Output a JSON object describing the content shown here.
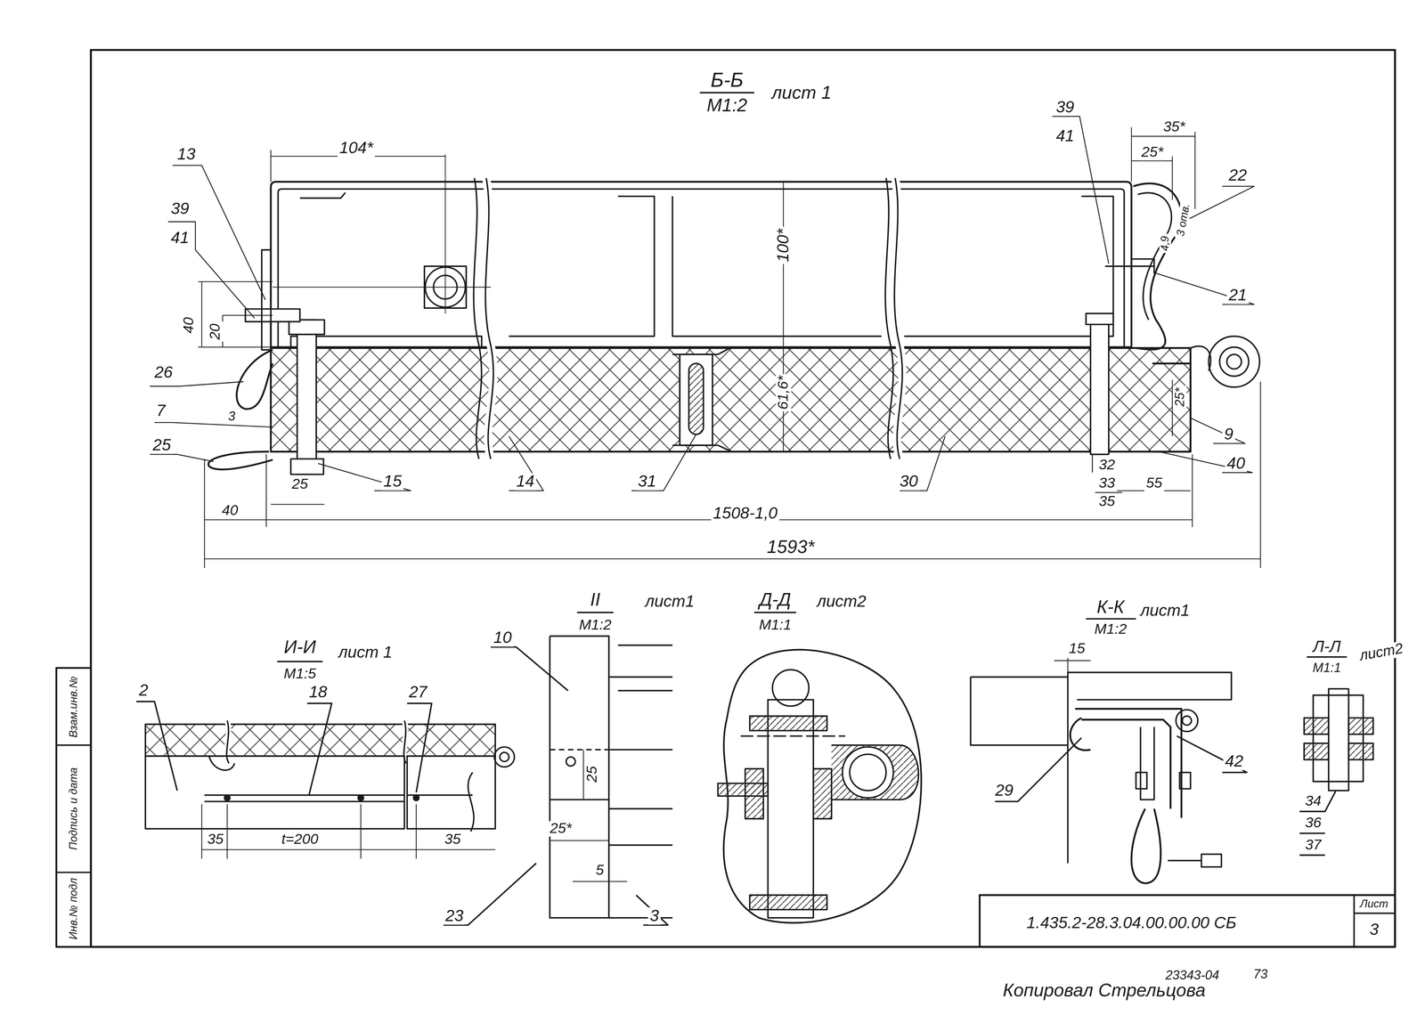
{
  "diagram": {
    "labels": [
      "Б-Б",
      "М1:2",
      "лист 1",
      "104*",
      "13",
      "39",
      "41",
      "40",
      "20",
      "26",
      "7",
      "3",
      "25",
      "25",
      "15",
      "40",
      "14",
      "31",
      "1508-1,0",
      "30",
      "1593*",
      "100*",
      "61,6*",
      "39",
      "41",
      "35*",
      "25*",
      "22",
      "4,9",
      "3 отв.",
      "21",
      "25*",
      "9",
      "32",
      "33",
      "35",
      "40",
      "55",
      "И-И",
      "М1:5",
      "лист 1",
      "2",
      "18",
      "27",
      "35",
      "t=200",
      "35",
      "II",
      "М1:2",
      "лист1",
      "10",
      "25",
      "25*",
      "5",
      "23",
      "3",
      "Д-Д",
      "М1:1",
      "лист2",
      "К-К",
      "М1:2",
      "лист1",
      "15",
      "29",
      "42",
      "Л-Л",
      "М1:1",
      "лист2",
      "34",
      "36",
      "37",
      "1.435.2-28.3.04.00.00.00 СБ",
      "Лист",
      "3",
      "Взам.инв.№",
      "Подпись и дата",
      "Инв.№ подл",
      "Копировал Стрельцова",
      "23343-04",
      "73"
    ]
  }
}
